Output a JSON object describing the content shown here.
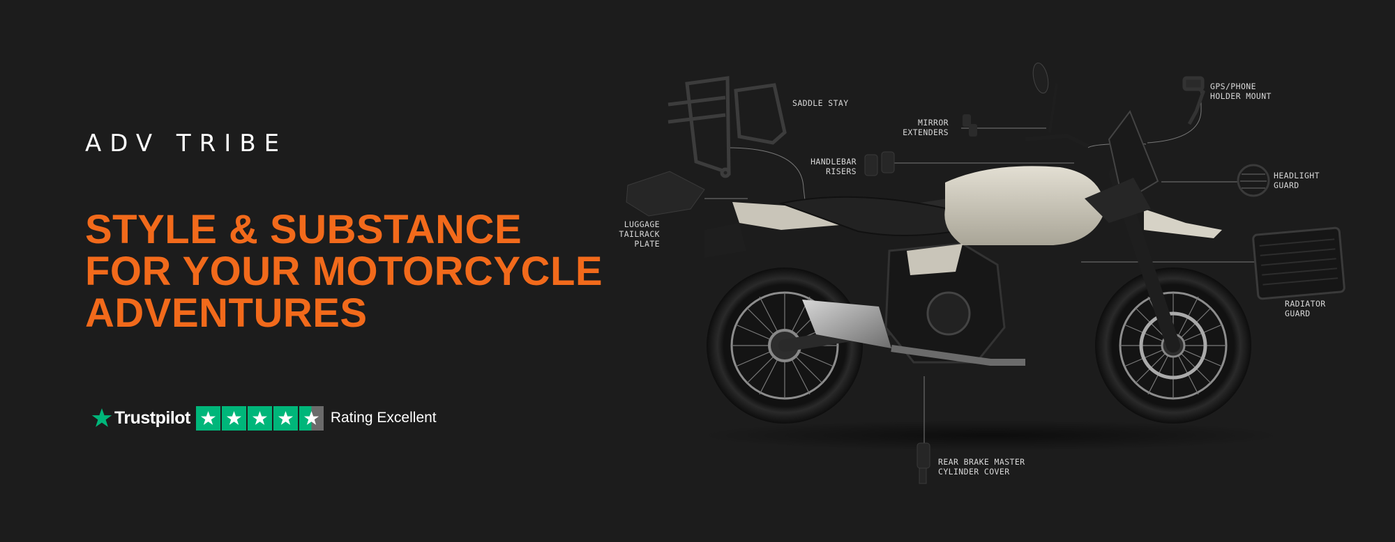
{
  "brand": {
    "logo_text": "ADV TRIBE"
  },
  "headline": {
    "line1": "STYLE & SUBSTANCE",
    "line2": "FOR YOUR MOTORCYCLE",
    "line3": "ADVENTURES"
  },
  "trustpilot": {
    "wordmark": "Trustpilot",
    "rating_label": "Rating Excellent",
    "stars": 4.5,
    "star_color": "#00b67a"
  },
  "callouts": {
    "saddle_stay": "SADDLE STAY",
    "mirror_extenders": "MIRROR\nEXTENDERS",
    "gps_holder": "GPS/PHONE\nHOLDER MOUNT",
    "handlebar_risers": "HANDLEBAR\nRISERS",
    "headlight_guard": "HEADLIGHT\nGUARD",
    "luggage_plate": "LUGGAGE\nTAILRACK\nPLATE",
    "radiator_guard": "RADIATOR\nGUARD",
    "rear_brake": "REAR BRAKE MASTER\nCYLINDER COVER"
  },
  "colors": {
    "accent": "#f26a1b",
    "background": "#1c1c1c"
  }
}
